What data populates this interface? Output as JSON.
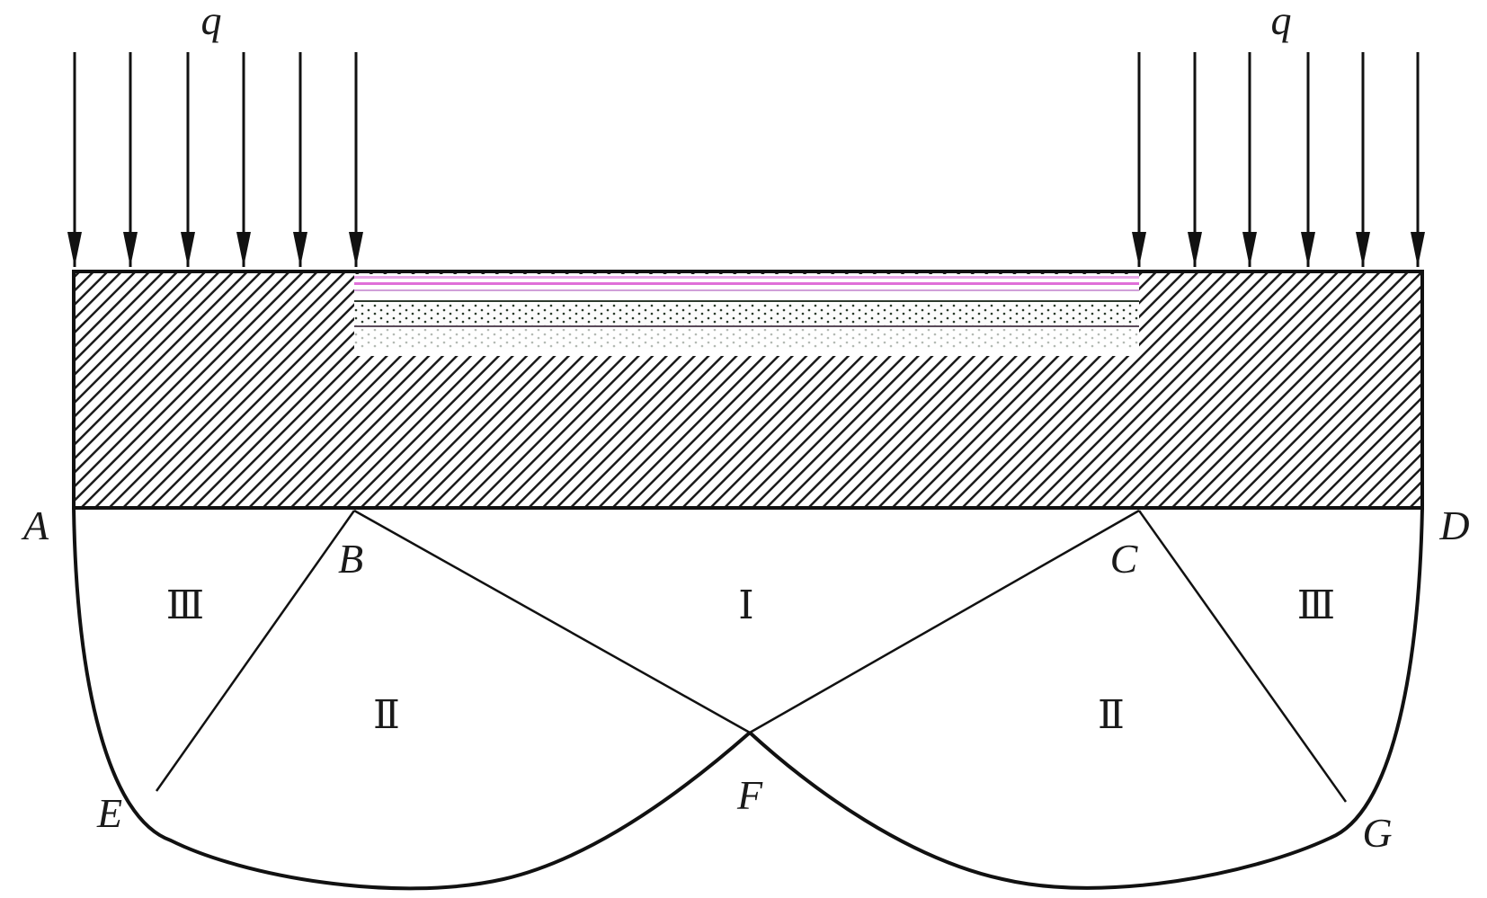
{
  "labels": {
    "load_left": "q",
    "load_right": "q",
    "point_a": "A",
    "point_b": "B",
    "point_c": "C",
    "point_d": "D",
    "point_e": "E",
    "point_f": "F",
    "point_g": "G",
    "zone_1": "Ⅰ",
    "zone_2_left": "Ⅱ",
    "zone_2_right": "Ⅱ",
    "zone_3_left": "Ⅲ",
    "zone_3_right": "Ⅲ"
  },
  "colors": {
    "line": "#111111",
    "hatch": "#1a1a1a",
    "coal_seam_pink": "#e070d8",
    "coal_seam_dots": "#2a3a2a"
  },
  "load_arrow_count": 6
}
